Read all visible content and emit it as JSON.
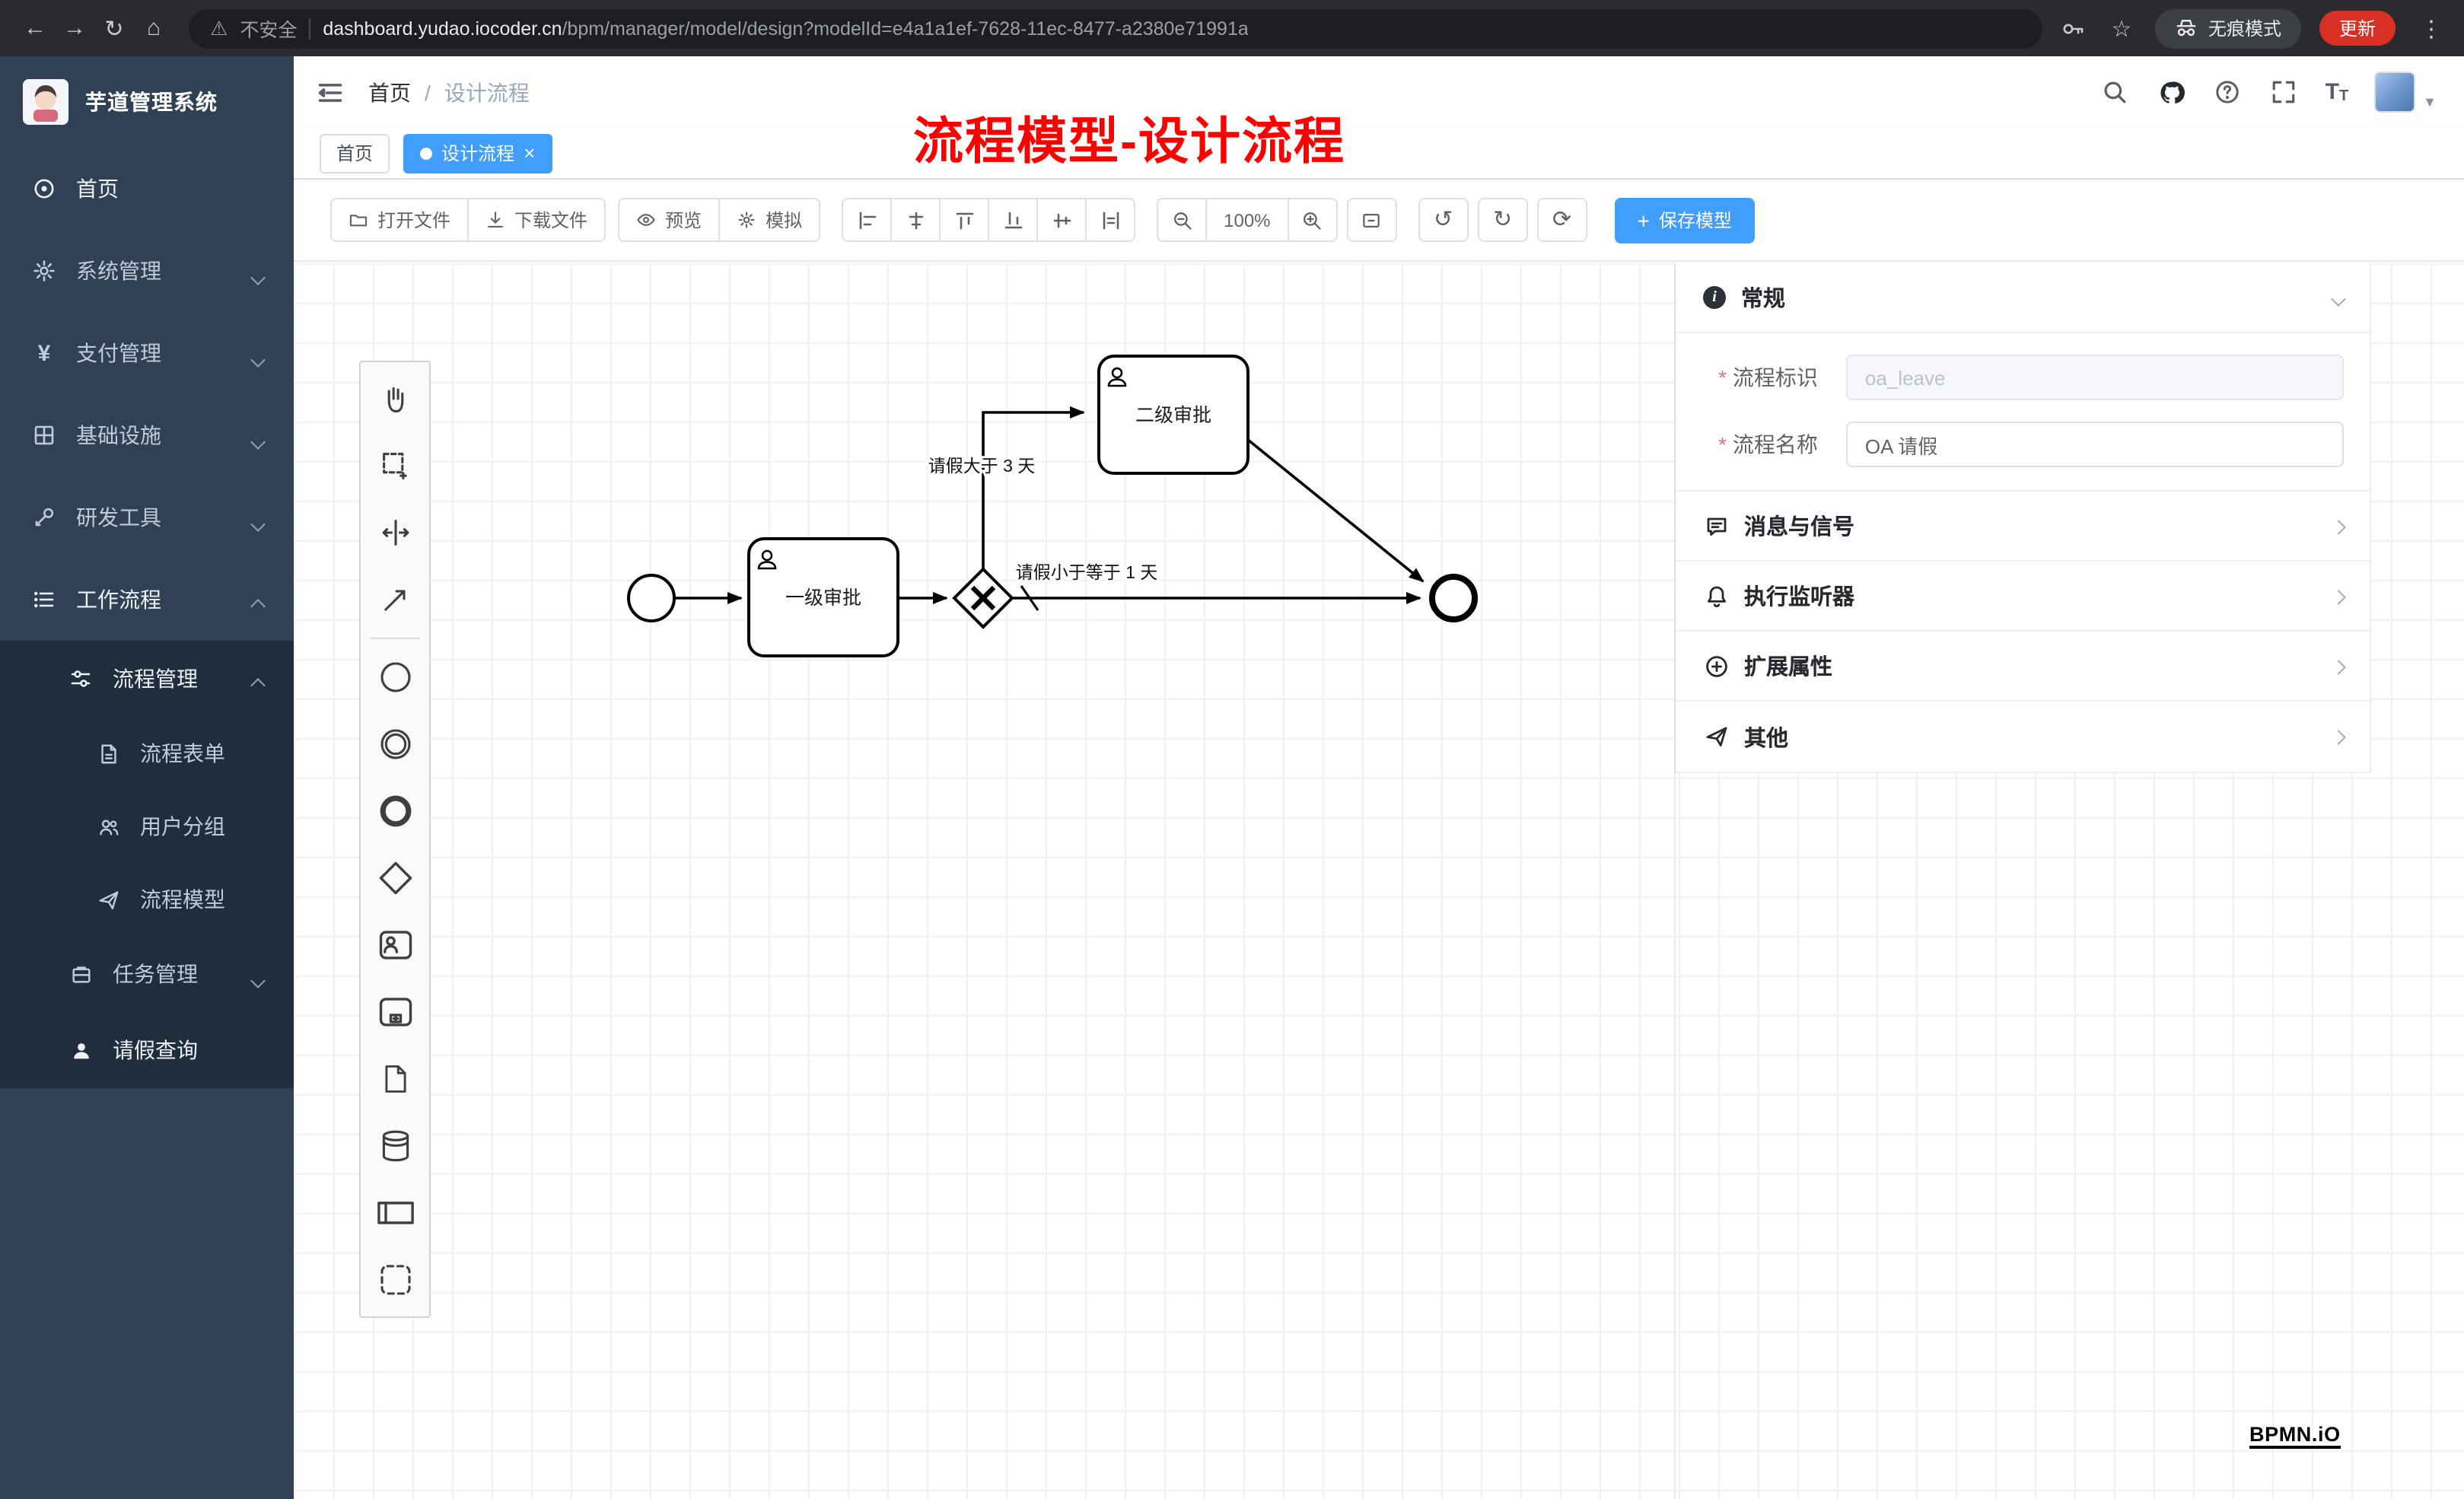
{
  "colors": {
    "accent": "#409eff",
    "sidebar_bg": "#304156",
    "submenu_bg": "#1f2d3d",
    "annotation": "#ff0000",
    "update_badge": "#d93025"
  },
  "browser": {
    "nav": {
      "back": "←",
      "forward": "→",
      "reload": "↻",
      "home": "⌂"
    },
    "security_label": "不安全",
    "url_host": "dashboard.yudao.iocoder.cn",
    "url_path": "/bpm/manager/model/design?modelId=e4a1a1ef-7628-11ec-8477-a2380e71991a",
    "star": "☆",
    "incognito_label": "无痕模式",
    "update_label": "更新",
    "menu_dots": "⋮"
  },
  "sidebar": {
    "app_title": "芋道管理系统",
    "glyph_yen": "¥",
    "items": [
      {
        "label": "首页"
      },
      {
        "label": "系统管理"
      },
      {
        "label": "支付管理"
      },
      {
        "label": "基础设施"
      },
      {
        "label": "研发工具"
      },
      {
        "label": "工作流程"
      },
      {
        "label": "流程管理"
      },
      {
        "label": "流程表单"
      },
      {
        "label": "用户分组"
      },
      {
        "label": "流程模型"
      },
      {
        "label": "任务管理"
      },
      {
        "label": "请假查询"
      }
    ]
  },
  "header": {
    "breadcrumb_home": "首页",
    "breadcrumb_sep": "/",
    "breadcrumb_current": "设计流程"
  },
  "annotation": {
    "text": "流程模型-设计流程"
  },
  "tabs": {
    "home": "首页",
    "current": "设计流程",
    "close": "×"
  },
  "toolbar": {
    "open": "打开文件",
    "download": "下载文件",
    "preview": "预览",
    "simulate": "模拟",
    "zoom_level": "100%",
    "undo": "↺",
    "redo": "↻",
    "refresh": "⟳",
    "save_plus": "+",
    "save": "保存模型"
  },
  "diagram": {
    "task1": "一级审批",
    "task2": "二级审批",
    "condition_gt": "请假大于 3 天",
    "condition_lte": "请假小于等于 1 天",
    "watermark": "BPMN.iO"
  },
  "panel": {
    "sections": {
      "general": "常规",
      "message": "消息与信号",
      "listener": "执行监听器",
      "ext": "扩展属性",
      "other": "其他"
    },
    "fields": {
      "required_mark": "*",
      "key_label": "流程标识",
      "key_value": "oa_leave",
      "name_label": "流程名称",
      "name_value": "OA 请假"
    }
  }
}
